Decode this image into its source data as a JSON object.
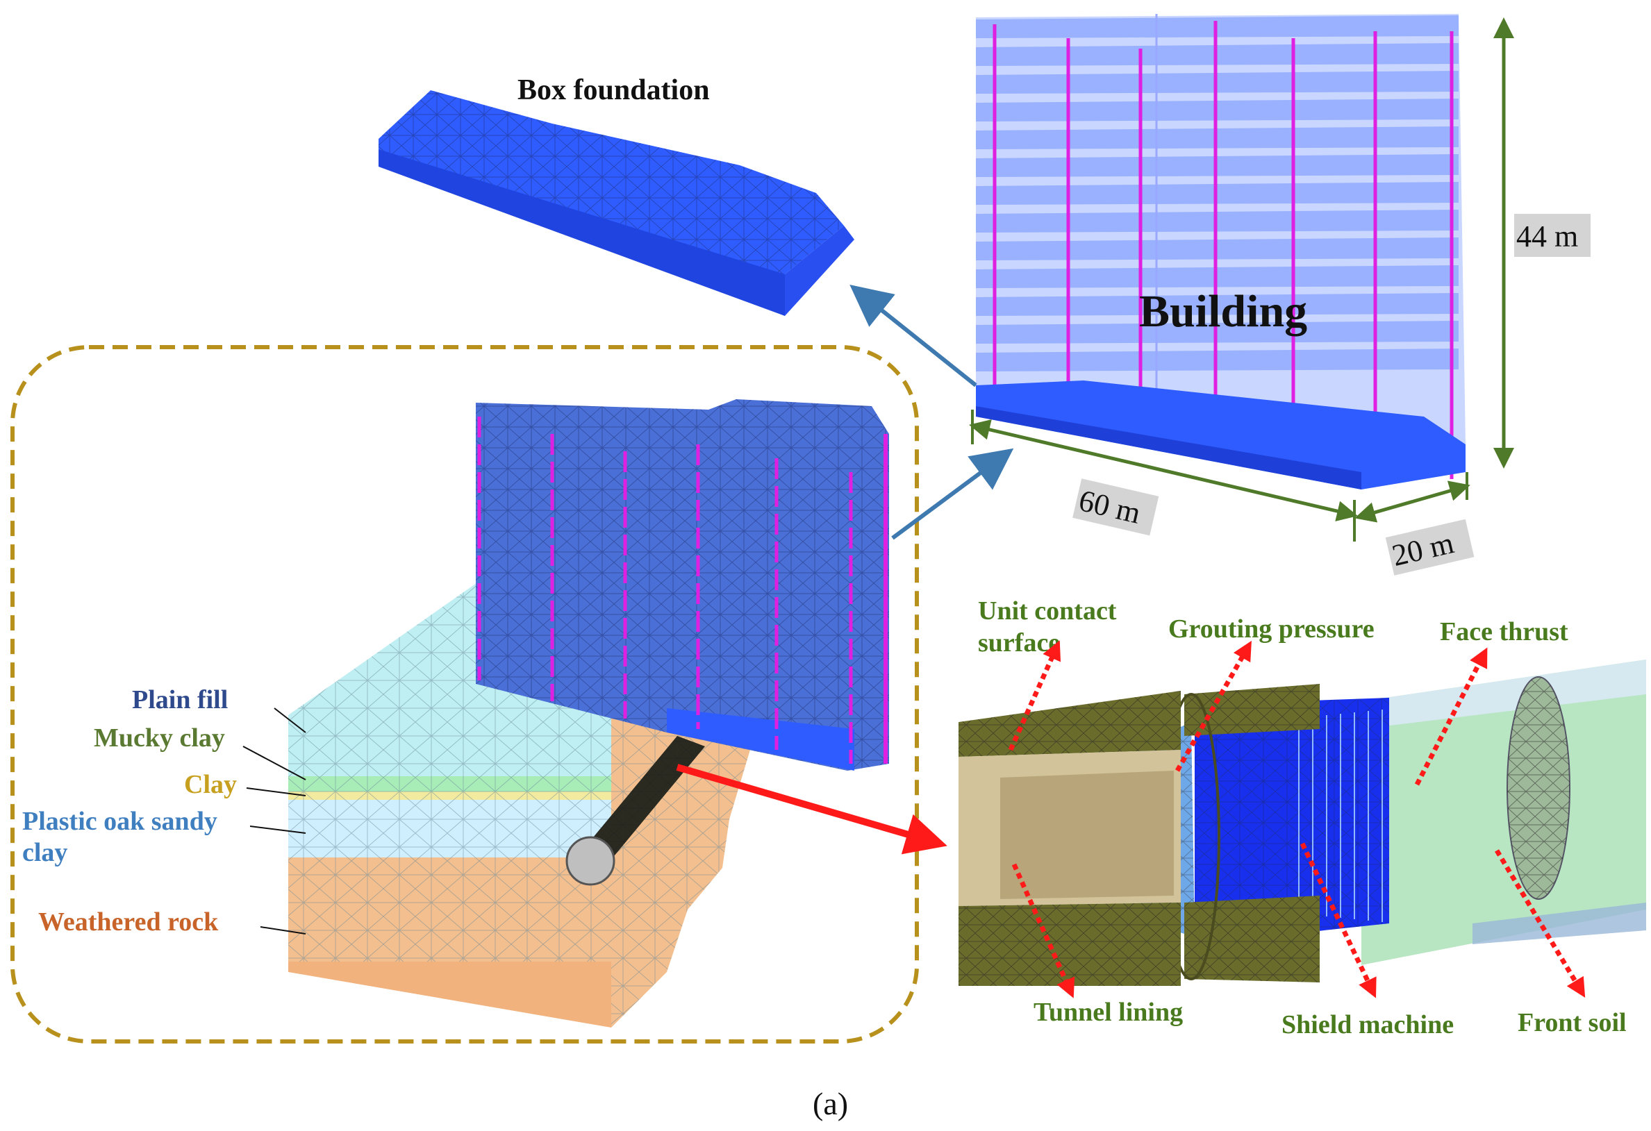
{
  "labels": {
    "box_foundation": "Box foundation",
    "building": "Building",
    "height": "44 m",
    "length": "60 m",
    "width": "20 m",
    "soil": {
      "plain_fill": "Plain fill",
      "mucky_clay": "Mucky clay",
      "clay": "Clay",
      "plastic_line1": "Plastic oak sandy",
      "plastic_line2": "clay",
      "weathered_rock": "Weathered rock"
    },
    "tunnel": {
      "unit_contact_line1": "Unit contact",
      "unit_contact_line2": "surface",
      "grouting_pressure": "Grouting pressure",
      "face_thrust": "Face thrust",
      "tunnel_lining": "Tunnel lining",
      "shield_machine": "Shield machine",
      "front_soil": "Front soil"
    },
    "caption": "(a)"
  },
  "colors": {
    "foundation_blue": "#2f5cff",
    "building_blue": "#7f9dff",
    "column_magenta": "#e020e0",
    "dimension_green": "#4f7a2a",
    "dashed_frame": "#b8901c",
    "arrow_blue": "#3e7ab0",
    "arrow_red": "#ff1a1a",
    "plain_fill": "#2e4a8c",
    "mucky_clay": "#5a7a32",
    "clay": "#c8a020",
    "plastic_clay": "#3f7fc0",
    "weathered_rock": "#c8642a",
    "tunnel_label": "#4a7a1e",
    "soil_light_blue": "#bfeff3",
    "soil_green": "#a8ecb8",
    "soil_yellow": "#f1ea9f",
    "soil_rock": "#f4bf8e",
    "lining_olive": "#6a6c2c",
    "shield_blue": "#1830ee"
  }
}
